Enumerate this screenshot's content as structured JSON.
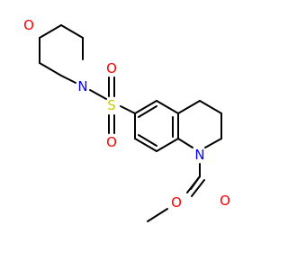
{
  "molecule": {
    "atoms": {
      "morpholine_O": {
        "symbol": "O",
        "color": "#ff0000"
      },
      "morpholine_N": {
        "symbol": "N",
        "color": "#0000ff"
      },
      "sulfonyl_S": {
        "symbol": "S",
        "color": "#cccc00"
      },
      "sulfonyl_O_top": {
        "symbol": "O",
        "color": "#ff0000"
      },
      "sulfonyl_O_bottom": {
        "symbol": "O",
        "color": "#ff0000"
      },
      "ring_N": {
        "symbol": "N",
        "color": "#0000ff"
      },
      "carbonyl_O": {
        "symbol": "O",
        "color": "#ff0000"
      },
      "ester_O": {
        "symbol": "O",
        "color": "#ff0000"
      }
    }
  }
}
